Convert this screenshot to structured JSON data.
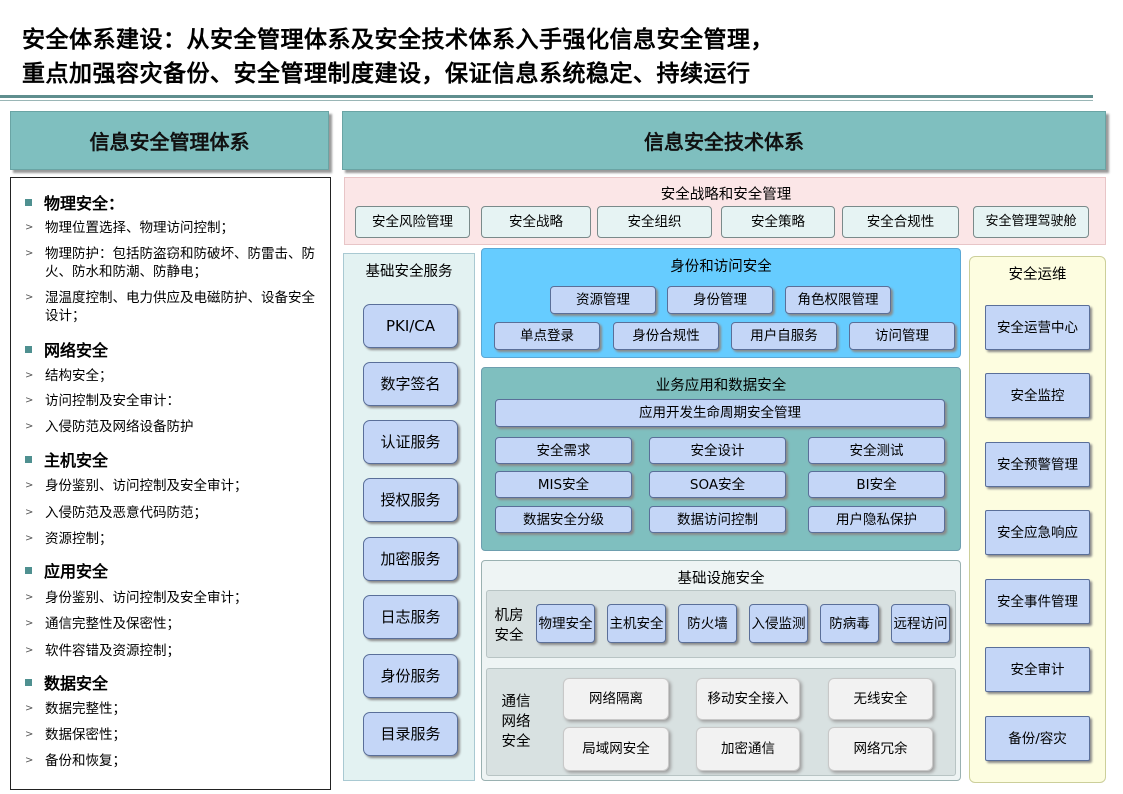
{
  "title": {
    "line1": "安全体系建设：从安全管理体系及安全技术体系入手强化信息安全管理，",
    "line2": "重点加强容灾备份、安全管理制度建设，保证信息系统稳定、持续运行"
  },
  "management": {
    "header": "信息安全管理体系",
    "sections": [
      {
        "heading": "物理安全：",
        "items": [
          "物理位置选择、物理访问控制；",
          "物理防护：包括防盗窃和防破坏、防雷击、防火、防水和防潮、防静电；",
          "湿温度控制、电力供应及电磁防护、设备安全设计；"
        ]
      },
      {
        "heading": "网络安全",
        "items": [
          "结构安全；",
          "访问控制及安全审计：",
          "入侵防范及网络设备防护"
        ]
      },
      {
        "heading": "主机安全",
        "items": [
          "身份鉴别、访问控制及安全审计；",
          "入侵防范及恶意代码防范；",
          "资源控制；"
        ]
      },
      {
        "heading": "应用安全",
        "items": [
          "身份鉴别、访问控制及安全审计；",
          "通信完整性及保密性；",
          "软件容错及资源控制；"
        ]
      },
      {
        "heading": "数据安全",
        "items": [
          "数据完整性；",
          "数据保密性；",
          "备份和恢复；"
        ]
      }
    ]
  },
  "technology": {
    "header": "信息安全技术体系",
    "strategy": {
      "title": "安全战略和安全管理",
      "items": [
        "安全风险管理",
        "安全战略",
        "安全组织",
        "安全策略",
        "安全合规性",
        "安全管理驾驶舱"
      ]
    },
    "basic_services": {
      "title": "基础安全服务",
      "items": [
        "PKI/CA",
        "数字签名",
        "认证服务",
        "授权服务",
        "加密服务",
        "日志服务",
        "身份服务",
        "目录服务"
      ]
    },
    "identity": {
      "title": "身份和访问安全",
      "row1": [
        "资源管理",
        "身份管理",
        "角色权限管理"
      ],
      "row2": [
        "单点登录",
        "身份合规性",
        "用户自服务",
        "访问管理"
      ]
    },
    "business": {
      "title": "业务应用和数据安全",
      "lifecycle": "应用开发生命周期安全管理",
      "grid": [
        "安全需求",
        "安全设计",
        "安全测试",
        "MIS安全",
        "SOA安全",
        "BI安全",
        "数据安全分级",
        "数据访问控制",
        "用户隐私保护"
      ]
    },
    "infrastructure": {
      "title": "基础设施安全",
      "room_label": "机房\n安全",
      "room_items": [
        "物理安全",
        "主机安全",
        "防火墙",
        "入侵监测",
        "防病毒",
        "远程访问"
      ],
      "net_label": "通信\n网络\n安全",
      "net_items": [
        "网络隔离",
        "移动安全接入",
        "无线安全",
        "局域网安全",
        "加密通信",
        "网络冗余"
      ]
    },
    "operations": {
      "title": "安全运维",
      "items": [
        "安全运营中心",
        "安全监控",
        "安全预警管理",
        "安全应急响应",
        "安全事件管理",
        "安全审计",
        "备份/容灾"
      ]
    }
  }
}
